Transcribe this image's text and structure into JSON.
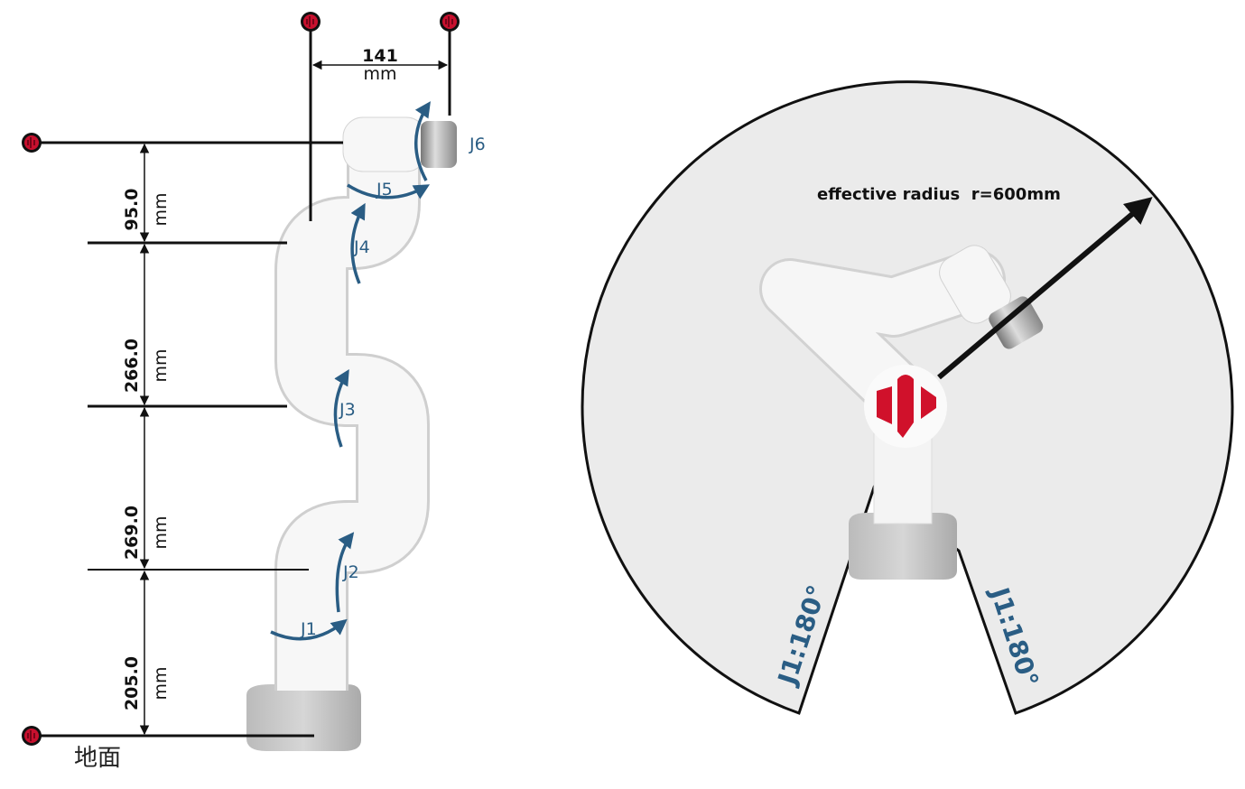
{
  "left": {
    "top_dimension": {
      "value": "141",
      "unit": "mm"
    },
    "heights": [
      {
        "value": "95.0",
        "unit": "mm"
      },
      {
        "value": "266.0",
        "unit": "mm"
      },
      {
        "value": "269.0",
        "unit": "mm"
      },
      {
        "value": "205.0",
        "unit": "mm"
      }
    ],
    "ground_label": "地面",
    "joints": [
      "J1",
      "J2",
      "J3",
      "J4",
      "J5",
      "J6"
    ]
  },
  "right": {
    "radius_label": "effective radius  r=600mm",
    "j1_left": "J1:180°",
    "j1_right": "J1:180°"
  },
  "colors": {
    "joint_blue": "#2a5d84",
    "brand_red": "#d0112b",
    "line": "#111111",
    "workspace_fill": "#ebebeb"
  }
}
